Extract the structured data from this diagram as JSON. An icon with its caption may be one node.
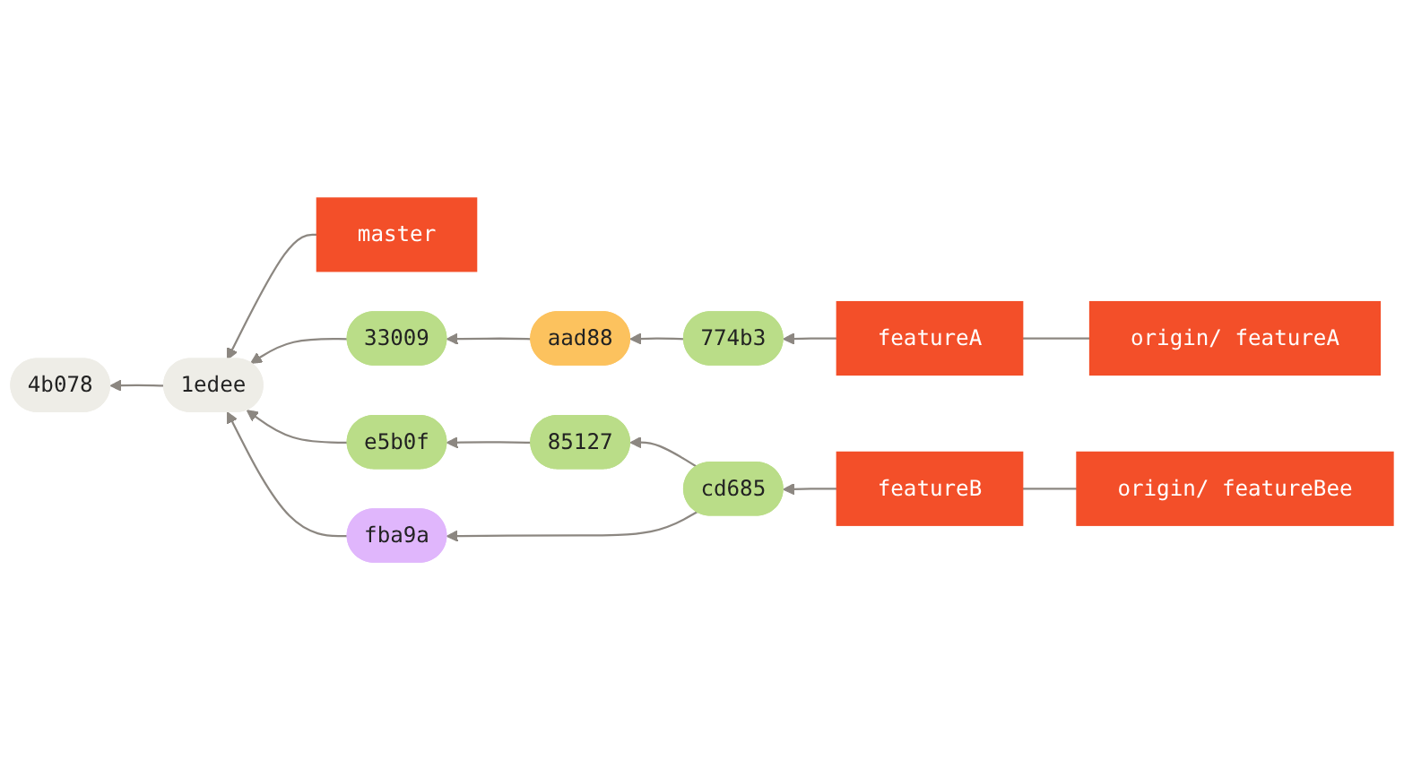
{
  "diagram": {
    "nodes": [
      {
        "text": [
          "origin/ featureA"
        ]
      },
      {
        "text": [
          "master"
        ]
      },
      {
        "text": [
          "featureA"
        ]
      },
      {
        "text": [
          "4b078"
        ]
      },
      {
        "text": [
          "1edee"
        ]
      },
      {
        "text": [
          "33009"
        ]
      },
      {
        "text": [
          "aad88"
        ]
      },
      {
        "text": [
          "774b3"
        ]
      },
      {
        "text": [
          "e5b0f"
        ]
      },
      {
        "text": [
          "85127"
        ]
      },
      {
        "text": [
          "cd685"
        ]
      },
      {
        "text": [
          "fba9a"
        ]
      },
      {
        "text": [
          "featureB"
        ]
      },
      {
        "text": [
          "origin/ featureBee"
        ]
      }
    ],
    "edges": [
      {
        "from": 0,
        "to": 2,
        "arrow": "none"
      },
      {
        "from": 1,
        "to": 4,
        "arrow": "to"
      },
      {
        "from": 2,
        "to": 7,
        "arrow": "to"
      },
      {
        "from": 4,
        "to": 3,
        "arrow": "to"
      },
      {
        "from": 5,
        "to": 4,
        "arrow": "to"
      },
      {
        "from": 6,
        "to": 5,
        "arrow": "to"
      },
      {
        "from": 7,
        "to": 6,
        "arrow": "to"
      },
      {
        "from": 8,
        "to": 4,
        "arrow": "to"
      },
      {
        "from": 9,
        "to": 8,
        "arrow": "to"
      },
      {
        "from": 10,
        "to": 9,
        "arrow": "to"
      },
      {
        "from": 10,
        "to": 11,
        "arrow": "to"
      },
      {
        "from": 11,
        "to": 4,
        "arrow": "to"
      },
      {
        "from": 12,
        "to": 10,
        "arrow": "to"
      },
      {
        "from": 13,
        "to": 12,
        "arrow": "none"
      }
    ]
  }
}
